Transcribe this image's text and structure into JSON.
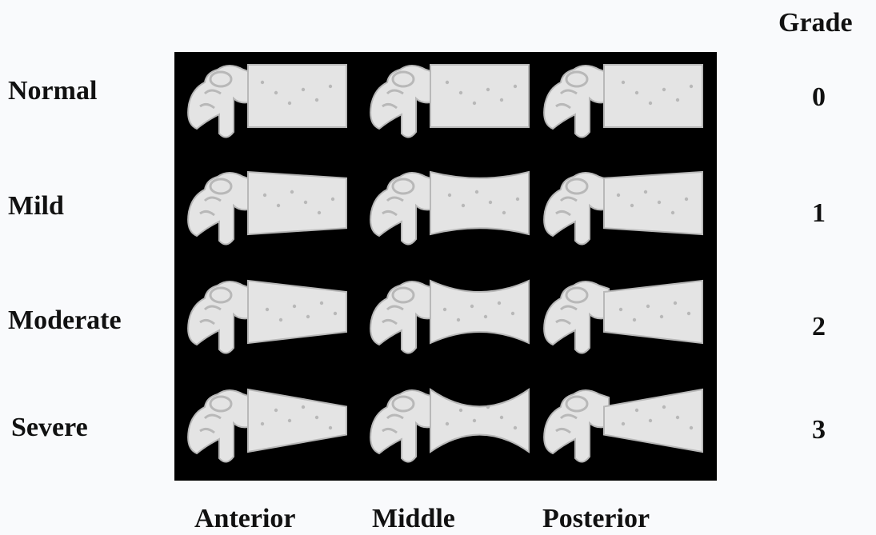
{
  "grade_header": "Grade",
  "rows": [
    {
      "label": "Normal",
      "grade": "0"
    },
    {
      "label": "Mild",
      "grade": "1"
    },
    {
      "label": "Moderate",
      "grade": "2"
    },
    {
      "label": "Severe",
      "grade": "3"
    }
  ],
  "columns": [
    "Anterior",
    "Middle",
    "Posterior"
  ],
  "colors": {
    "background": "#f9fafc",
    "panel": "#000000",
    "bone_light": "#e4e4e4",
    "bone_shade": "#b8b8b8",
    "text": "#111111"
  }
}
